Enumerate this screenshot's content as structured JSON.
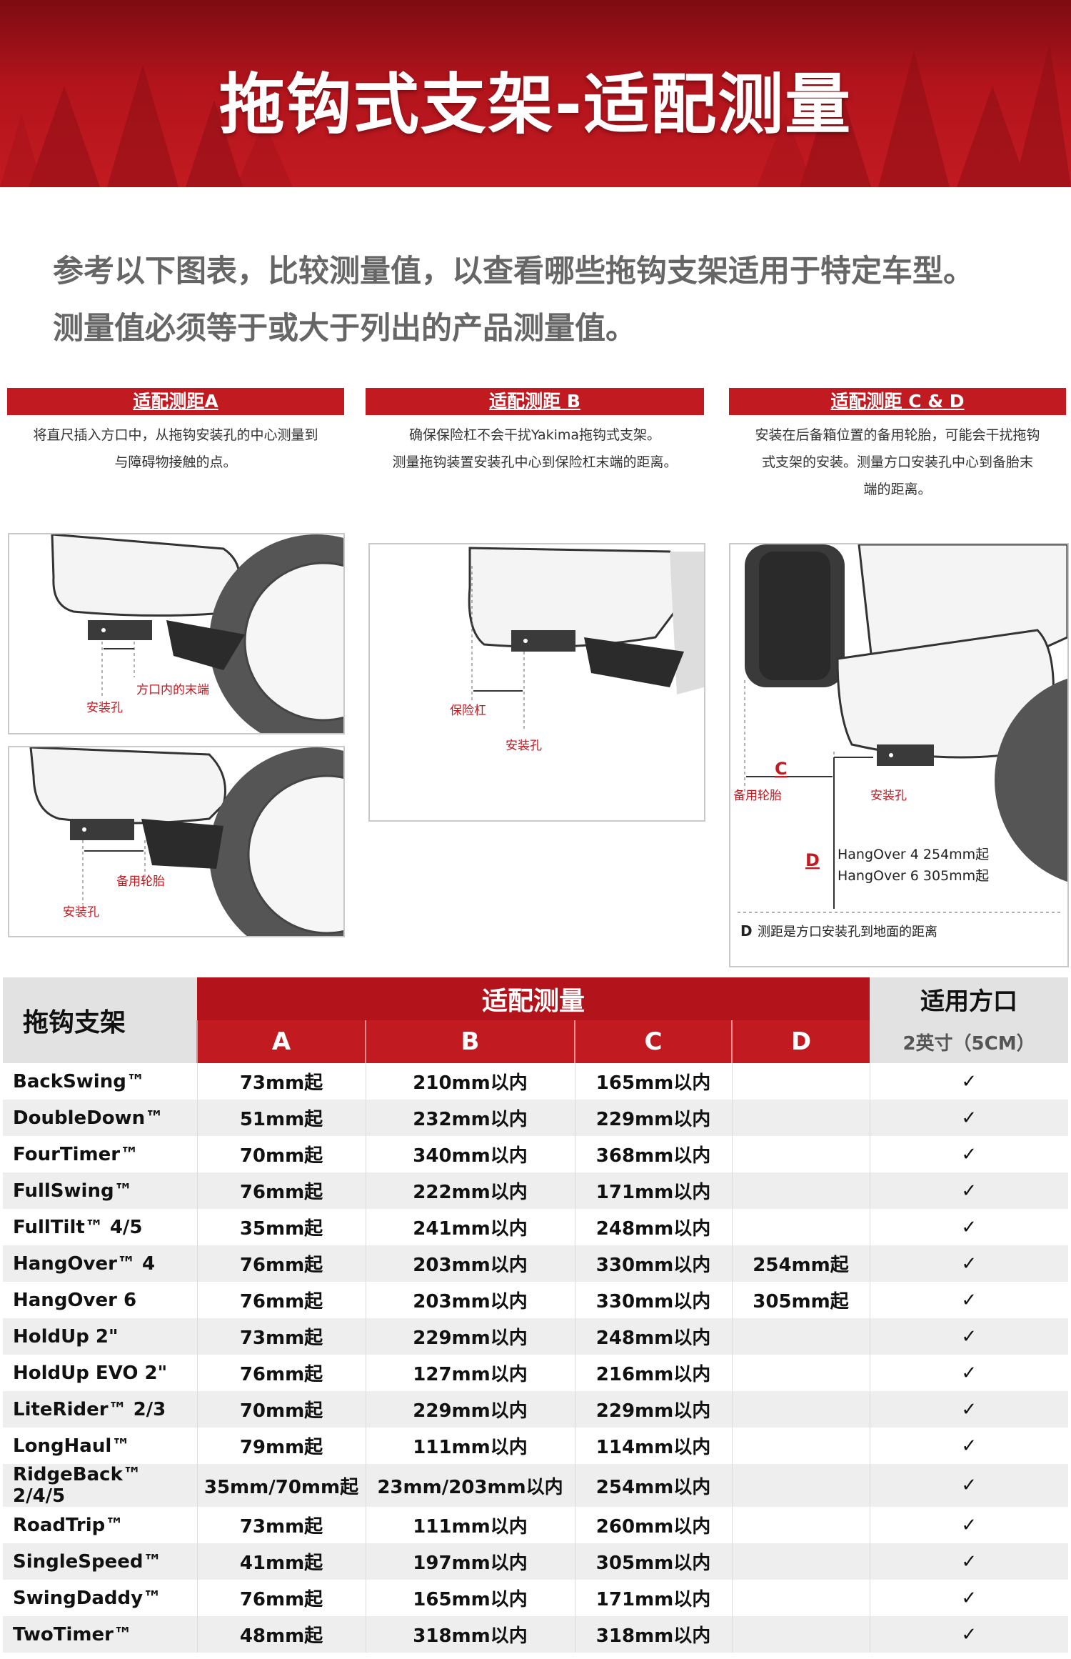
{
  "banner": {
    "title": "拖钩式支架-适配测量"
  },
  "intro": {
    "line1": "参考以下图表，比较测量值，以查看哪些拖钩支架适用于特定车型。",
    "line2": "测量值必须等于或大于列出的产品测量值。"
  },
  "columns": [
    {
      "heading": "适配测距A",
      "desc1": "将直尺插入方口中，从拖钩安装孔的中心测量到",
      "desc2": "与障碍物接触的点。"
    },
    {
      "heading": "适配测距 B",
      "desc1": "确保保险杠不会干扰Yakima拖钩式支架。",
      "desc2": "测量拖钩装置安装孔中心到保险杠末端的距离。"
    },
    {
      "heading": "适配测距 C & D",
      "desc1": "安装在后备箱位置的备用轮胎，可能会干扰拖钩",
      "desc2": "式支架的安装。测量方口安装孔中心到备胎末",
      "desc3": "端的距离。"
    }
  ],
  "diagrams": {
    "a1": {
      "label_end": "方口内的末端",
      "label_hole": "安装孔"
    },
    "a2": {
      "label_tire": "备用轮胎",
      "label_hole": "安装孔"
    },
    "b": {
      "label_bumper": "保险杠",
      "label_hole": "安装孔"
    },
    "cd": {
      "label_c": "C",
      "label_tire": "备用轮胎",
      "label_hole": "安装孔",
      "label_d": "D",
      "note1": "HangOver 4 254mm起",
      "note2": "HangOver 6 305mm起",
      "footer_key": "D",
      "footer": "测距是方口安装孔到地面的距离"
    }
  },
  "table": {
    "brand_header": "拖钩支架",
    "group_header": "适配测量",
    "fit_header": "适用方口",
    "sub_headers": [
      "A",
      "B",
      "C",
      "D"
    ],
    "size_header": "2英寸（5CM）",
    "rows": [
      {
        "name": "BackSwing™",
        "a": "73mm起",
        "b": "210mm以内",
        "c": "165mm以内",
        "d": "",
        "fit": "✓"
      },
      {
        "name": "DoubleDown™",
        "a": "51mm起",
        "b": "232mm以内",
        "c": "229mm以内",
        "d": "",
        "fit": "✓"
      },
      {
        "name": "FourTimer™",
        "a": "70mm起",
        "b": "340mm以内",
        "c": "368mm以内",
        "d": "",
        "fit": "✓"
      },
      {
        "name": "FullSwing™",
        "a": "76mm起",
        "b": "222mm以内",
        "c": "171mm以内",
        "d": "",
        "fit": "✓"
      },
      {
        "name": "FullTilt™ 4/5",
        "a": "35mm起",
        "b": "241mm以内",
        "c": "248mm以内",
        "d": "",
        "fit": "✓"
      },
      {
        "name": "HangOver™ 4",
        "a": "76mm起",
        "b": "203mm以内",
        "c": "330mm以内",
        "d": "254mm起",
        "fit": "✓"
      },
      {
        "name": "HangOver 6",
        "a": "76mm起",
        "b": "203mm以内",
        "c": "330mm以内",
        "d": "305mm起",
        "fit": "✓"
      },
      {
        "name": "HoldUp 2\"",
        "a": "73mm起",
        "b": "229mm以内",
        "c": "248mm以内",
        "d": "",
        "fit": "✓"
      },
      {
        "name": "HoldUp EVO 2\"",
        "a": "76mm起",
        "b": "127mm以内",
        "c": "216mm以内",
        "d": "",
        "fit": "✓"
      },
      {
        "name": "LiteRider™ 2/3",
        "a": "70mm起",
        "b": "229mm以内",
        "c": "229mm以内",
        "d": "",
        "fit": "✓"
      },
      {
        "name": "LongHaul™",
        "a": "79mm起",
        "b": "111mm以内",
        "c": "114mm以内",
        "d": "",
        "fit": "✓"
      },
      {
        "name": "RidgeBack™ 2/4/5",
        "a": "35mm/70mm起",
        "b": "23mm/203mm以内",
        "c": "254mm以内",
        "d": "",
        "fit": "✓"
      },
      {
        "name": "RoadTrip™",
        "a": "73mm起",
        "b": "111mm以内",
        "c": "260mm以内",
        "d": "",
        "fit": "✓"
      },
      {
        "name": "SingleSpeed™",
        "a": "41mm起",
        "b": "197mm以内",
        "c": "305mm以内",
        "d": "",
        "fit": "✓"
      },
      {
        "name": "SwingDaddy™",
        "a": "76mm起",
        "b": "165mm以内",
        "c": "171mm以内",
        "d": "",
        "fit": "✓"
      },
      {
        "name": "TwoTimer™",
        "a": "48mm起",
        "b": "318mm以内",
        "c": "318mm以内",
        "d": "",
        "fit": "✓"
      }
    ]
  },
  "colors": {
    "brand_red": "#c21a21",
    "dark_red": "#7d0c12",
    "header_grey": "#e2e2e2"
  }
}
